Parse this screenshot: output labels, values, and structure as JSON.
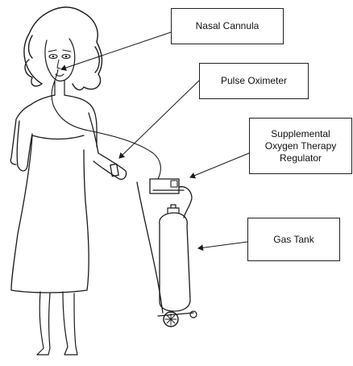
{
  "labels": {
    "nasal_cannula": "Nasal Cannula",
    "pulse_oximeter": "Pulse Oximeter",
    "regulator_line1": "Supplemental",
    "regulator_line2": "Oxygen Therapy",
    "regulator_line3": "Regulator",
    "gas_tank": "Gas Tank"
  },
  "colors": {
    "ink": "#1a1a1a",
    "background": "#ffffff"
  }
}
